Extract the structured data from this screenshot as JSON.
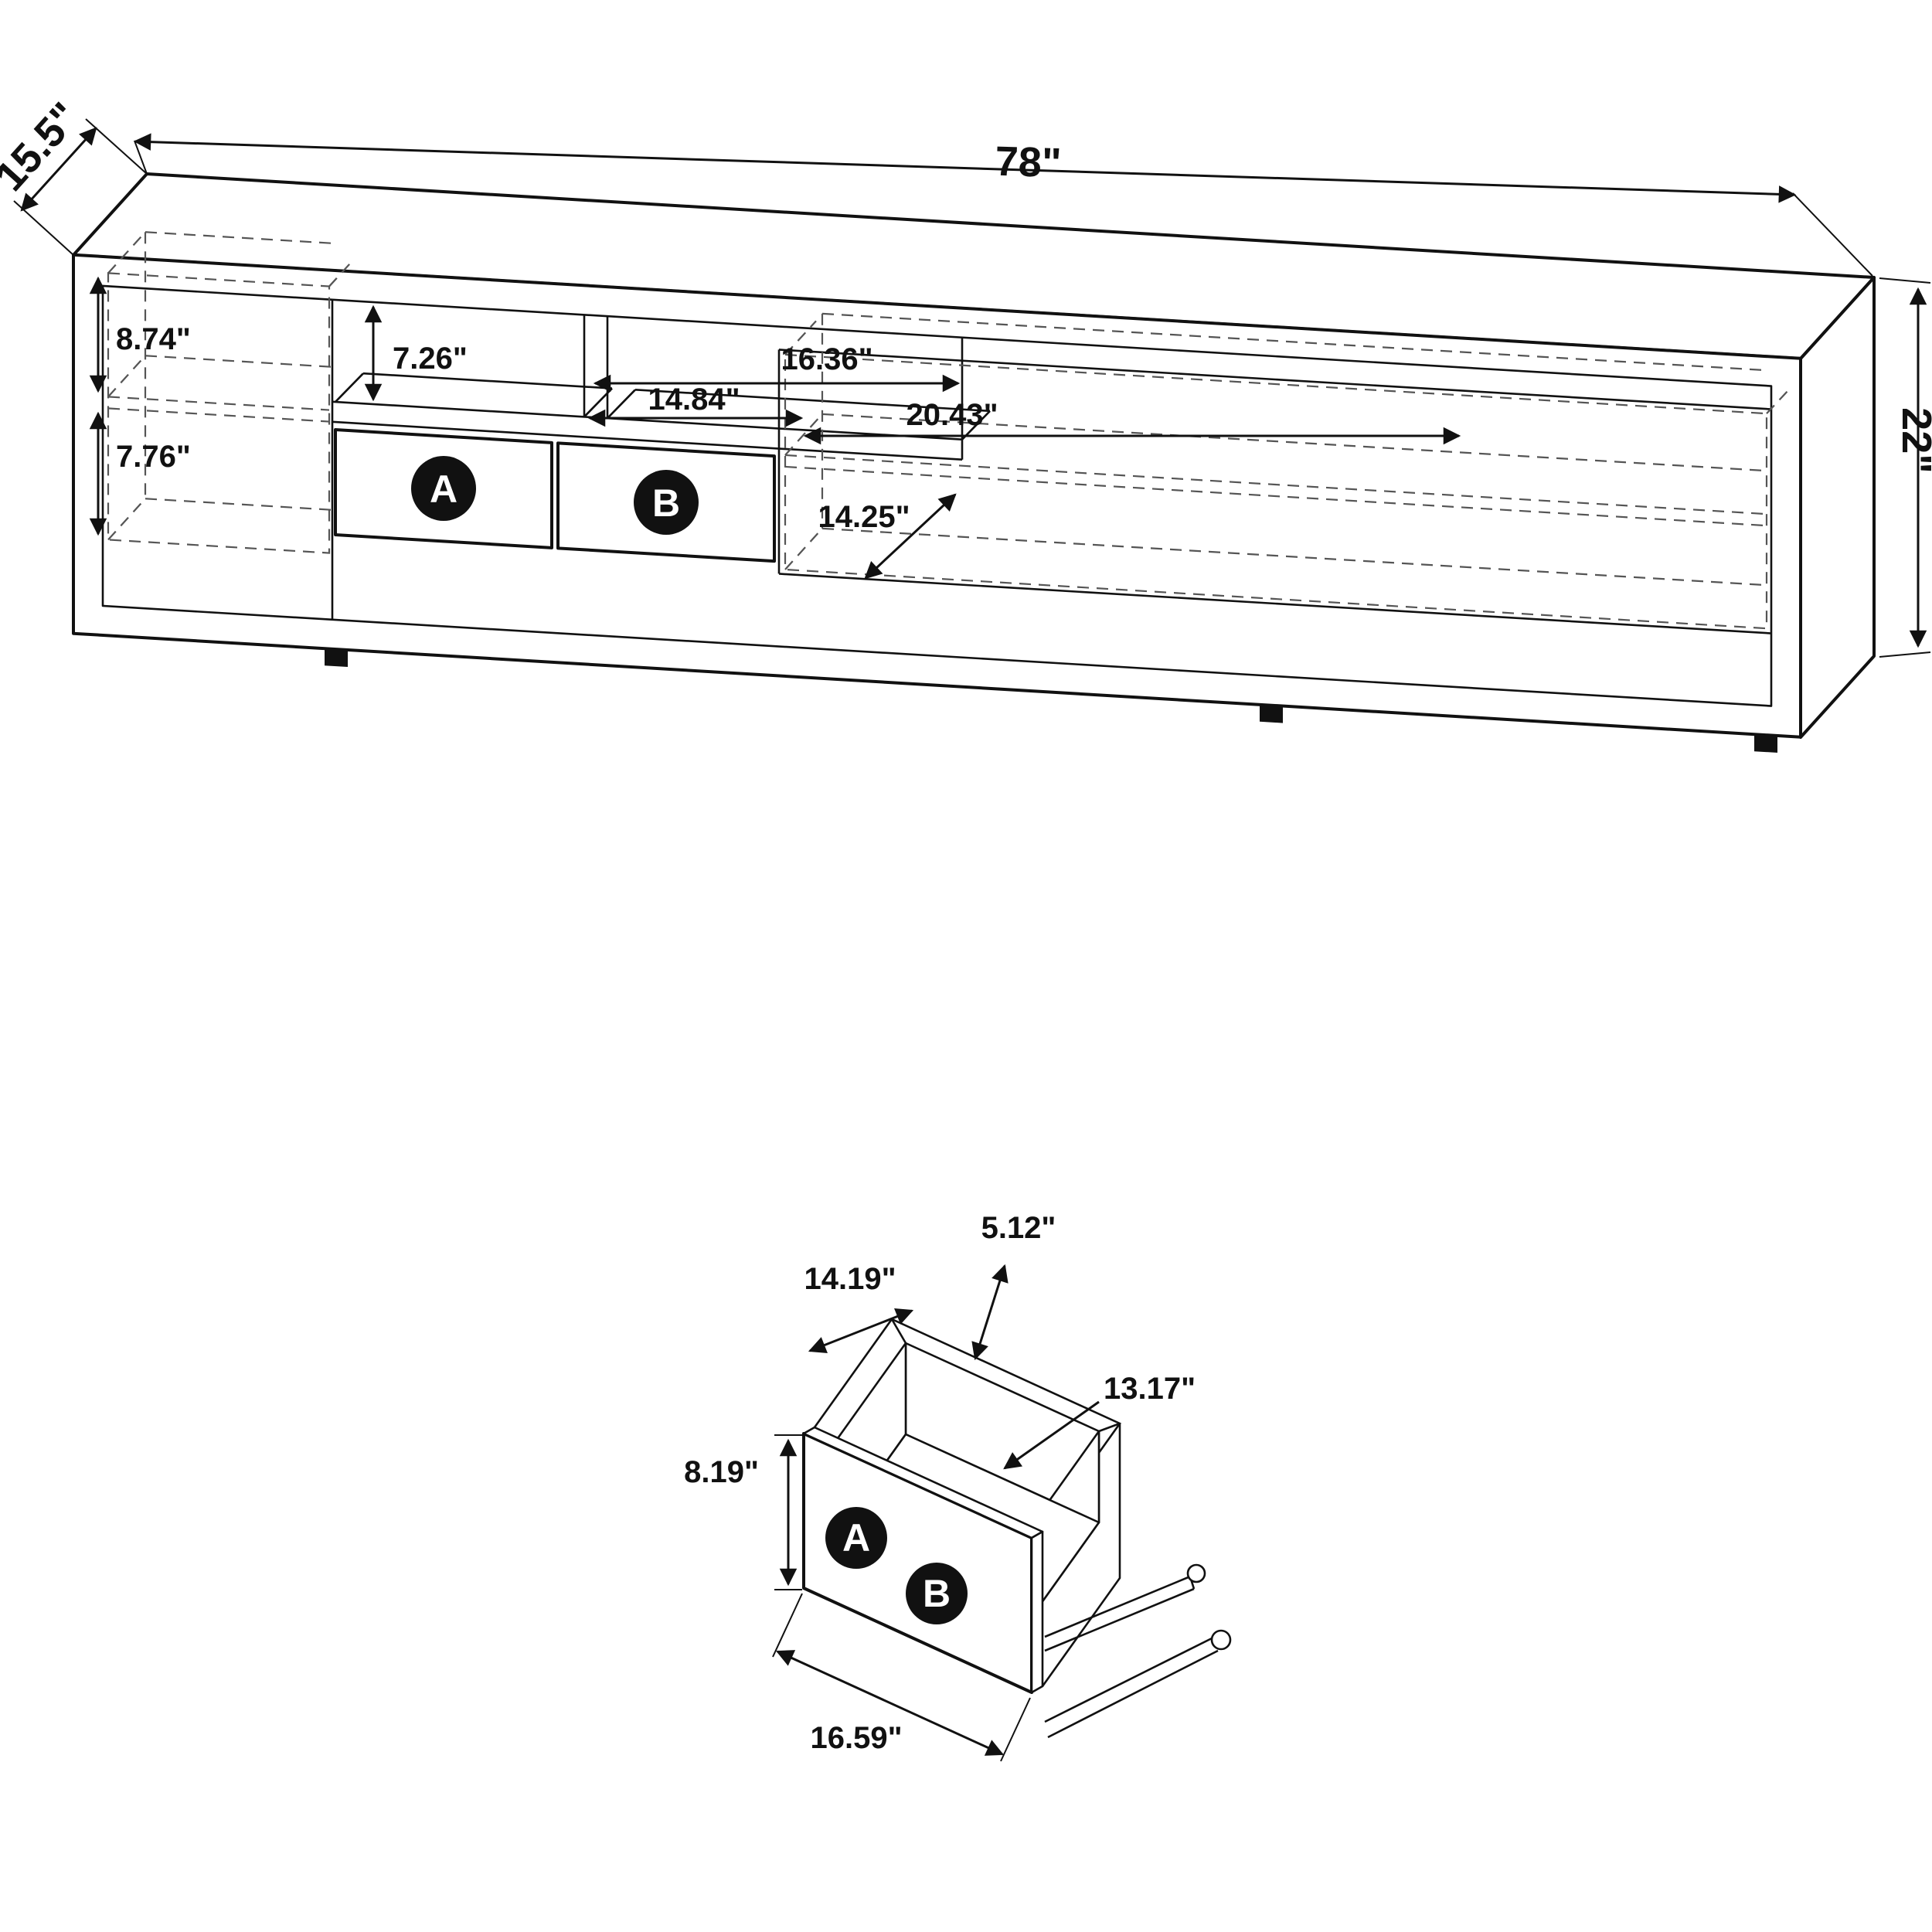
{
  "diagram": {
    "console": {
      "dim_depth": "15.5\"",
      "dim_width": "78\"",
      "dim_height": "22\"",
      "dim_left_upper": "8.74\"",
      "dim_left_lower": "7.76\"",
      "dim_shelf_height": "7.26\"",
      "dim_comp_left_width": "14.84\"",
      "dim_comp_right_width": "16.36\"",
      "dim_right_width": "20.43\"",
      "dim_right_depth": "14.25\"",
      "drawer_a": "A",
      "drawer_b": "B"
    },
    "drawer": {
      "dim_back_height": "5.12\"",
      "dim_inner_width": "14.19\"",
      "dim_inner_depth": "13.17\"",
      "dim_front_height": "8.19\"",
      "dim_front_width": "16.59\"",
      "label_a": "A",
      "label_b": "B"
    }
  }
}
